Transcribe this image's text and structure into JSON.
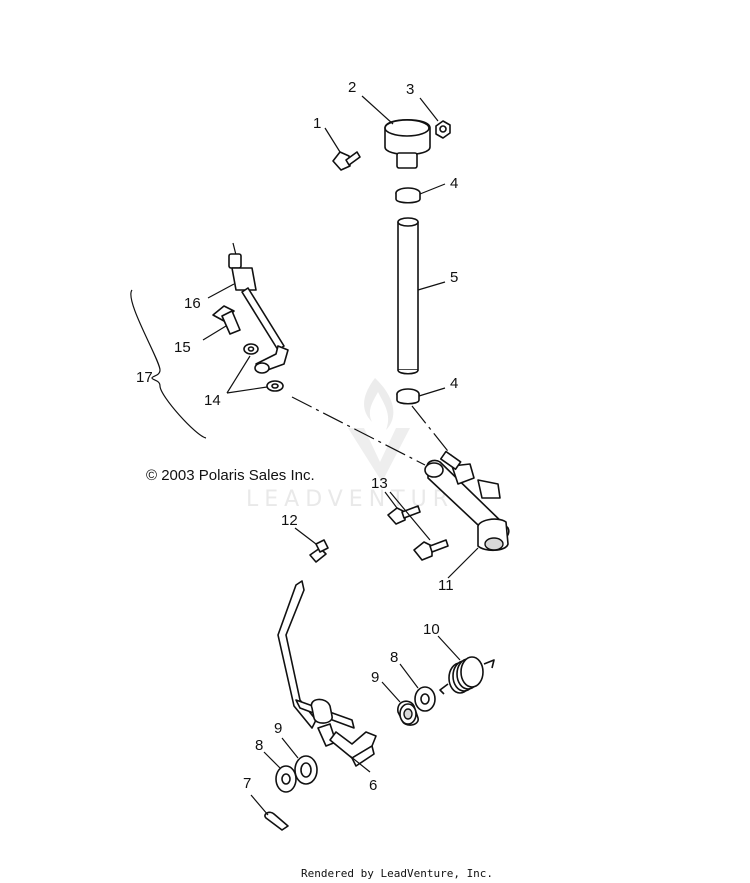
{
  "callouts": {
    "c1": "1",
    "c2": "2",
    "c3": "3",
    "c4a": "4",
    "c4b": "4",
    "c5": "5",
    "c6": "6",
    "c7": "7",
    "c8a": "8",
    "c8b": "8",
    "c9a": "9",
    "c9b": "9",
    "c10": "10",
    "c11": "11",
    "c12": "12",
    "c13": "13",
    "c14": "14",
    "c15": "15",
    "c16": "16",
    "c17": "17"
  },
  "copyright": "© 2003 Polaris Sales Inc.",
  "watermark": "LEADVENTURE",
  "footer": "Rendered by LeadVenture, Inc.",
  "colors": {
    "line": "#111111",
    "background": "#ffffff",
    "watermark": "#e9e9e9"
  }
}
